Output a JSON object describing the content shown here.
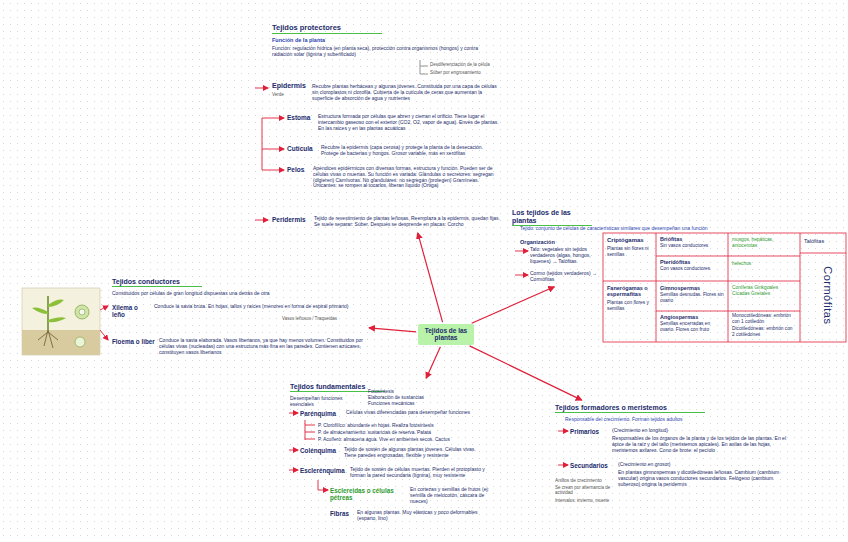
{
  "diagram": {
    "nodes": [
      {
        "text": [
          "Tejidos de las plantas"
        ]
      },
      {
        "text": [
          "Tejidos protectores",
          "Función de la planta",
          "Función: regulación hídrica (en planta seca), protección contra organismos (hongos) y contra radiación solar (lignina y suberificado)",
          "Epidermis",
          "Recubre plantas herbáceas y algunas jóvenes. Constituida por una capa de células sin cloroplastos ni clorofila. Cubierta de la cutícula de ceras que aumentan la superficie de absorción de agua y nutrientes",
          "Estoma",
          "Estructura formada por células que abren y cierran el orificio. Tiene lugar el intercambio gaseoso con el exterior (CO2, O2, vapor de agua). Envés de plantas. En las raíces y en las plantas acuáticas",
          "Cutícula",
          "Recubre la epidermis (capa cerosa) y protege la planta de la desecación. Protege de bacterias y hongos. Grosor variable, más en xerófitas",
          "Pelos",
          "Apéndices epidérmicos con diversas formas, estructura y función. Pueden ser de células vivas o muertas. Su función es variada: Glándulas o secretores: segregan (digieren) Carnívoras. No glandulares: no segregan (protegen) Gramíneas. Urticantes: se rompen al tocarlos, liberan líquido (Ortiga)",
          "Peridermis",
          "Tejido de revestimiento de plantas leñosas. Reemplaza a la epidermis, quedan fijas. Se suele separar: Súber. Después se desprende en placas: Corcho"
        ]
      },
      {
        "text": [
          "Los tejidos de las plantas",
          "Tejido: conjunto de células de características similares que desempeñan una función",
          "Organización",
          "Talo: vegetales sin tejidos verdaderos (algas, hongos, líquenes) → Talófitas",
          "Cormo (tejidos verdaderos) → Cormófitas"
        ]
      },
      {
        "text": [
          "Tejidos conductores",
          "Constituidos por células de gran longitud dispuestas una detrás de otra",
          "Xilema o leño",
          "Conduce la savia bruta. En hojas, tallos y raíces (menores en forma de espiral primario)",
          "Floema o líber",
          "Conduce la savia elaborada. Vasos liberianos, ya que hay menos volumen. Constituidos por células vivas (nucleadas) con una estructura más fina en las paredes. Contienen azúcares, constituyen vasos liberianos"
        ]
      },
      {
        "text": [
          "Tejidos fundamentales",
          "Desempeñan funciones esenciales",
          "Parénquima",
          "Células vivas diferenciadas para desempeñar funciones",
          "P. Clorofílico: abundante en hojas. Realiza fotosíntesis",
          "P. de almacenamiento: sustancias de reserva. Patata",
          "P. Acuífero: almacena agua. Vive en ambientes secos. Cactus",
          "Colénquima",
          "Tejido de sostén de algunas plantas jóvenes. Células vivas. Tiene paredes engrosadas, flexible y resistente",
          "Esclerénquima",
          "Tejido de sostén de células muertas. Pierden el protoplasto y forman la pared secundaria (lignina), muy resistente",
          "Esclereidas o células pétreas",
          "En cortezas y semillas de frutos (ej: semilla de melocotón, cáscara de nueces)",
          "Fibras",
          "En algunas plantas. Muy elásticas y poco deformables (esparto, lino)"
        ]
      },
      {
        "text": [
          "Tejidos formadores o meristemos",
          "Responsable del crecimiento. Forman tejidos adultos",
          "Primarios",
          "(Crecimiento en longitud)",
          "Responsables de los órganos de la planta y de los tejidos de las plantas. En el ápice de la raíz y del tallo (meristemos apicales). En axilas de las hojas, meristemos axilares. Cono de brote: el pecíolo",
          "Secundarios",
          "(Crecimiento en grosor)",
          "En plantas gimnospermas y dicotiledóneas leñosas. Cambium (cambium vascular) origina vasos conductores secundarios. Felógeno (cambium suberoso) origina la peridermis"
        ]
      }
    ],
    "edges": [
      {
        "from": 0,
        "to": 1,
        "arrow": "to"
      },
      {
        "from": 0,
        "to": 2,
        "arrow": "to"
      },
      {
        "from": 0,
        "to": 3,
        "arrow": "to"
      },
      {
        "from": 0,
        "to": 4,
        "arrow": "to"
      },
      {
        "from": 0,
        "to": 5,
        "arrow": "to"
      }
    ],
    "labels": [
      "Desdiferenciación de la célula",
      "Súber por engrosamiento",
      "Verde",
      "Vasos leñosos / Traqueidas",
      "Fotosíntesis",
      "Elaboración de sustancias",
      "Funciones mecánicas",
      "Anillos de crecimiento",
      "Se crean por alternancia de actividad",
      "Intervalos: invierno, muerte",
      "Criptógamas",
      "Plantas sin flores ni semillas",
      "Briófitas",
      "Sin vasos conductores",
      "Pteridófitas",
      "Con vasos conductores",
      "musgos, hepáticas, antocerotas",
      "helechos",
      "Talófitas",
      "Fanerógamas o espermafitas",
      "Plantas con flores y semillas",
      "Gimnospermas",
      "Semillas desnudas. Flores sin ovario",
      "Angiospermas",
      "Semillas encerradas en ovario. Flores con fruto",
      "Coníferas Ginkgoales Cícadas Gnetales",
      "Monocotiledóneas: embrión con 1 cotiledón",
      "Dicotiledóneas: embrión con 2 cotiledones",
      "Cormófitas"
    ]
  }
}
